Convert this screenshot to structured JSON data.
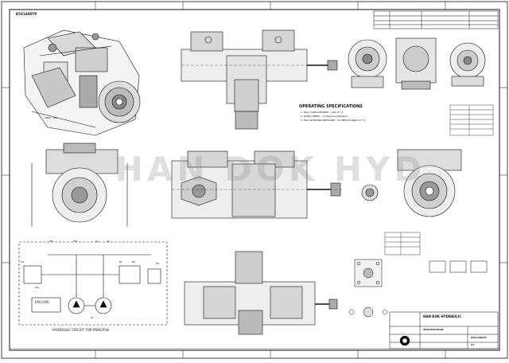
{
  "colors": {
    "ink": "#111111",
    "paper": "#ffffff",
    "watermark": "#8c8c8c"
  },
  "header": {
    "drawing_code_top_left": "K5V140DTP"
  },
  "views": {
    "iso_view_label": "VIEW - ISO",
    "circuit_title": "HYDRAULIC CIRCUIT FOR PRINCIPLE",
    "engine_label": "ENGINE"
  },
  "specs": {
    "title": "OPERATING SPECIFICATIONS",
    "lines": [
      "1. MAX. DISPLACEMENT : 140cm^3",
      "2. RATED SPEED : 2,150rpm(1,800rpm)",
      "3. MAX WORKING PRESSURE : 34.3MPa(350kgf/cm^2)"
    ]
  },
  "ports": [
    "PS1",
    "PS2",
    "A1",
    "A2",
    "B1",
    "B2",
    "Pi1",
    "Pi2",
    "Dr",
    "Psv"
  ],
  "watermark": "HAN DOK HYD",
  "title_block": {
    "company": "HAN DOK HYDRAULIC",
    "doc_type": "SPECIFICATION",
    "drawing_no": "K5V140DTP",
    "sheet": "A1"
  }
}
